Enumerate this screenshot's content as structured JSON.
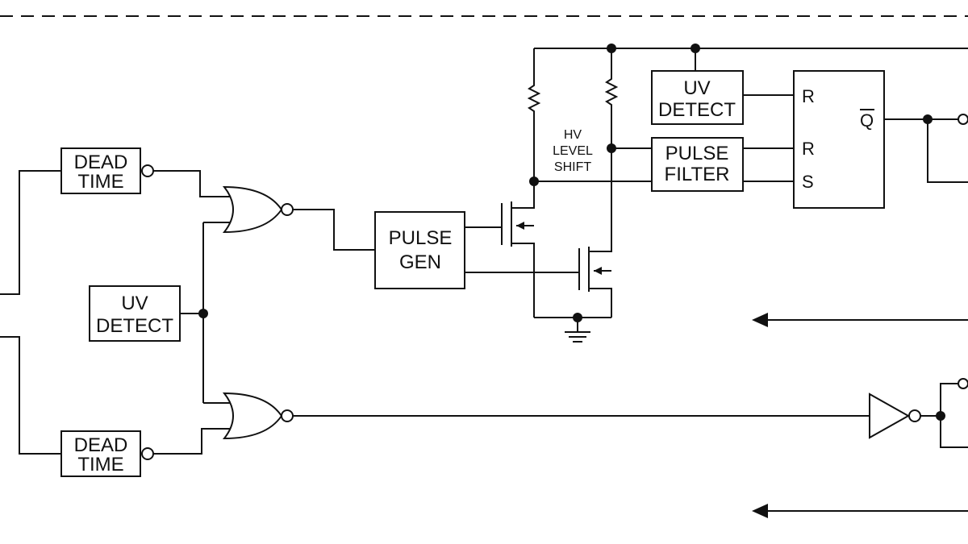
{
  "blocks": {
    "dead_time_top": [
      "DEAD",
      "TIME"
    ],
    "dead_time_bottom": [
      "DEAD",
      "TIME"
    ],
    "uv_detect_left": [
      "UV",
      "DETECT"
    ],
    "uv_detect_right": [
      "UV",
      "DETECT"
    ],
    "pulse_gen": [
      "PULSE",
      "GEN"
    ],
    "pulse_filter": [
      "PULSE",
      "FILTER"
    ]
  },
  "level_shift_label": [
    "HV",
    "LEVEL",
    "SHIFT"
  ],
  "latch_pins": {
    "r1": "R",
    "r2": "R",
    "s": "S",
    "qbar": "Q"
  }
}
